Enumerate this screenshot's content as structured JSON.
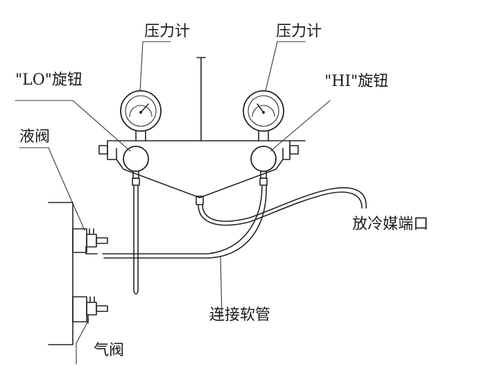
{
  "labels": {
    "gauge_left": "压力计",
    "gauge_right": "压力计",
    "lo_knob": "\"LO\"旋钮",
    "hi_knob": "\"HI\"旋钮",
    "liquid_valve": "液阀",
    "gas_valve": "气阀",
    "refrigerant_port": "放冷媒端口",
    "hose": "连接软管"
  },
  "colors": {
    "line": "#222222",
    "text": "#1a1a1a",
    "background": "#ffffff"
  }
}
